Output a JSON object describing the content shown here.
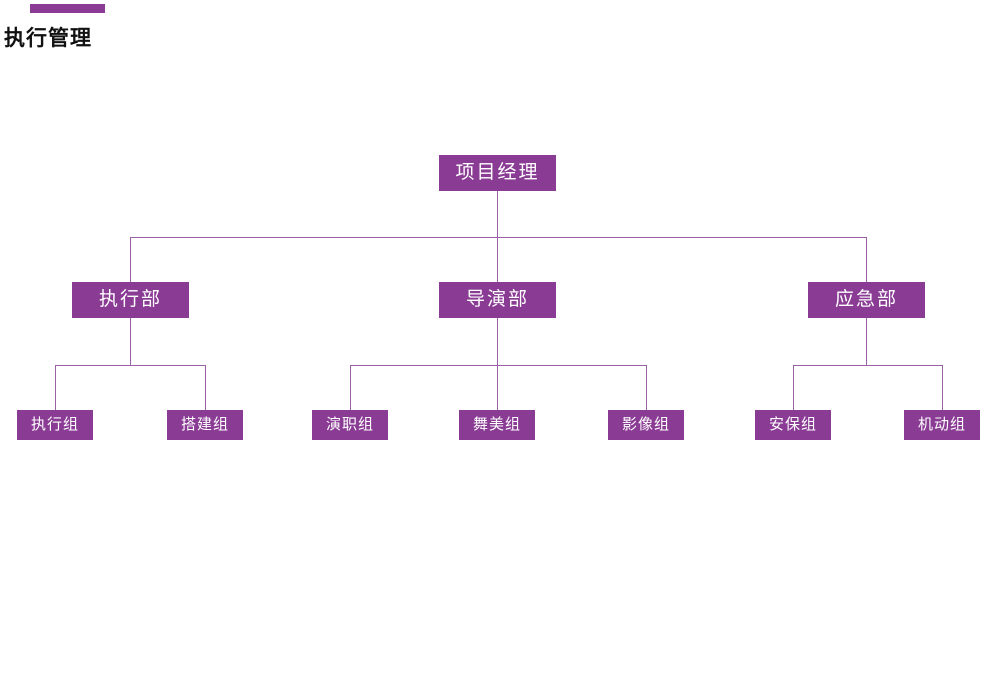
{
  "page": {
    "title": "执行管理"
  },
  "theme": {
    "node_color": "#8a3b94",
    "line_color": "#9c62a6",
    "title_color": "#111111",
    "node_text_color": "#ffffff"
  },
  "chart_data": {
    "type": "org-chart",
    "title": "执行管理",
    "root": {
      "label": "项目经理"
    },
    "departments": [
      {
        "label": "执行部",
        "children": [
          {
            "label": "执行组"
          },
          {
            "label": "搭建组"
          }
        ]
      },
      {
        "label": "导演部",
        "children": [
          {
            "label": "演职组"
          },
          {
            "label": "舞美组"
          },
          {
            "label": "影像组"
          }
        ]
      },
      {
        "label": "应急部",
        "children": [
          {
            "label": "安保组"
          },
          {
            "label": "机动组"
          }
        ]
      }
    ]
  }
}
